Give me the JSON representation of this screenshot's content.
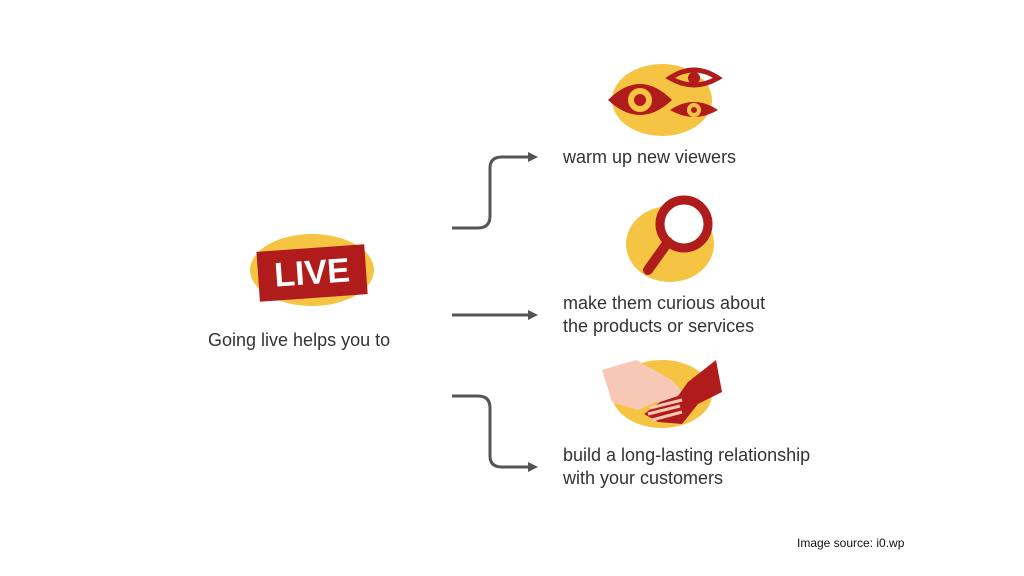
{
  "badge": {
    "text": "LIVE"
  },
  "center": {
    "label": "Going live helps you to"
  },
  "items": [
    {
      "icon": "eyes-icon",
      "lines": [
        "warm up new viewers"
      ]
    },
    {
      "icon": "magnifier-icon",
      "lines": [
        "make them curious about",
        "the products or services"
      ]
    },
    {
      "icon": "handshake-icon",
      "lines": [
        "build a long-lasting relationship",
        "with your customers"
      ]
    }
  ],
  "footer": {
    "source": "Image source: i0.wp"
  },
  "colors": {
    "accent_yellow": "#f5c443",
    "accent_red": "#b01c1c",
    "arrow_gray": "#555555",
    "skin_light": "#f7c8b5"
  }
}
